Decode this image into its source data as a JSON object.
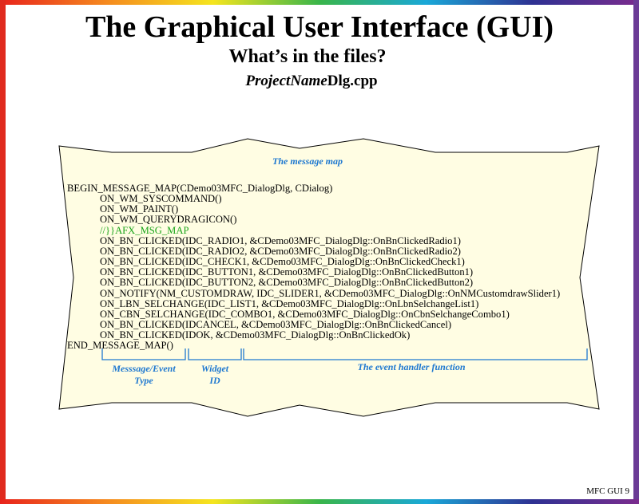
{
  "slide": {
    "title": "The Graphical User Interface (GUI)",
    "subtitle": "What’s in the files?",
    "filename_italic": "ProjectName",
    "filename_rest": "Dlg.cpp",
    "footer": "MFC GUI 9"
  },
  "scroll": {
    "caption": "The message map",
    "code_lines": [
      {
        "text": "BEGIN_MESSAGE_MAP(CDemo03MFC_DialogDlg, CDialog)",
        "indent": false,
        "green": false
      },
      {
        "text": "ON_WM_SYSCOMMAND()",
        "indent": true,
        "green": false
      },
      {
        "text": "ON_WM_PAINT()",
        "indent": true,
        "green": false
      },
      {
        "text": "ON_WM_QUERYDRAGICON()",
        "indent": true,
        "green": false
      },
      {
        "text": "//}}AFX_MSG_MAP",
        "indent": true,
        "green": true
      },
      {
        "text": "ON_BN_CLICKED(IDC_RADIO1, &CDemo03MFC_DialogDlg::OnBnClickedRadio1)",
        "indent": true,
        "green": false
      },
      {
        "text": "ON_BN_CLICKED(IDC_RADIO2, &CDemo03MFC_DialogDlg::OnBnClickedRadio2)",
        "indent": true,
        "green": false
      },
      {
        "text": "ON_BN_CLICKED(IDC_CHECK1, &CDemo03MFC_DialogDlg::OnBnClickedCheck1)",
        "indent": true,
        "green": false
      },
      {
        "text": "ON_BN_CLICKED(IDC_BUTTON1, &CDemo03MFC_DialogDlg::OnBnClickedButton1)",
        "indent": true,
        "green": false
      },
      {
        "text": "ON_BN_CLICKED(IDC_BUTTON2, &CDemo03MFC_DialogDlg::OnBnClickedButton2)",
        "indent": true,
        "green": false
      },
      {
        "text": "ON_NOTIFY(NM_CUSTOMDRAW, IDC_SLIDER1, &CDemo03MFC_DialogDlg::OnNMCustomdrawSlider1)",
        "indent": true,
        "green": false
      },
      {
        "text": "ON_LBN_SELCHANGE(IDC_LIST1, &CDemo03MFC_DialogDlg::OnLbnSelchangeList1)",
        "indent": true,
        "green": false
      },
      {
        "text": "ON_CBN_SELCHANGE(IDC_COMBO1, &CDemo03MFC_DialogDlg::OnCbnSelchangeCombo1)",
        "indent": true,
        "green": false
      },
      {
        "text": "ON_BN_CLICKED(IDCANCEL, &CDemo03MFC_DialogDlg::OnBnClickedCancel)",
        "indent": true,
        "green": false
      },
      {
        "text": "ON_BN_CLICKED(IDOK, &CDemo03MFC_DialogDlg::OnBnClickedOk)",
        "indent": true,
        "green": false
      },
      {
        "text": "END_MESSAGE_MAP()",
        "indent": false,
        "green": false
      }
    ],
    "labels": {
      "message_type_line1": "Messsage/Event",
      "message_type_line2": "Type",
      "widget_line1": "Widget",
      "widget_line2": "ID",
      "handler": "The event handler function"
    }
  },
  "colors": {
    "scroll_fill": "#fffde3",
    "accent_blue": "#1e78d0",
    "comment_green": "#1aa51a"
  }
}
